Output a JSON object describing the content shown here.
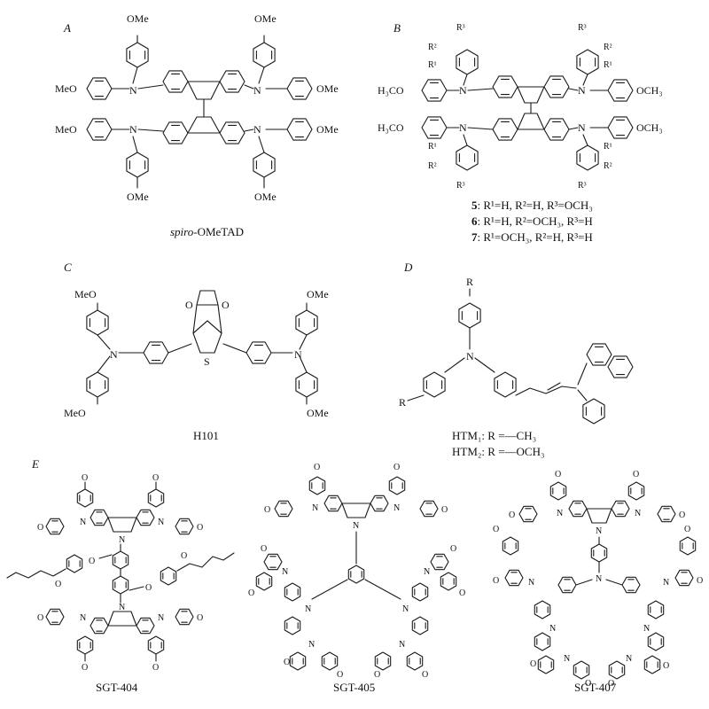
{
  "panels": {
    "A": {
      "letter": "A",
      "caption_italic": "spiro",
      "caption_rest": "-OMeTAD",
      "ome": "OMe",
      "meo": "MeO",
      "n": "N"
    },
    "B": {
      "letter": "B",
      "h3co": "H₃CO",
      "och3": "OCH₃",
      "r1": "R¹",
      "r2": "R²",
      "r3": "R³",
      "n": "N",
      "compounds": [
        {
          "num": "5",
          "text": ": R¹=H, R²=H, R³=OCH₃"
        },
        {
          "num": "6",
          "text": ": R¹=H, R²=OCH₃, R³=H"
        },
        {
          "num": "7",
          "text": ": R¹=OCH₃, R²=H, R³=H"
        }
      ]
    },
    "C": {
      "letter": "C",
      "caption": "H101",
      "ome": "OMe",
      "meo": "MeO",
      "o": "O",
      "s": "S",
      "n": "N"
    },
    "D": {
      "letter": "D",
      "r": "R",
      "n": "N",
      "htm1": "HTM₁: R =—CH₃",
      "htm2": "HTM₂: R =—OCH₃"
    },
    "E": {
      "letter": "E",
      "n": "N",
      "o": "O",
      "captions": [
        "SGT-404",
        "SGT-405",
        "SGT-407"
      ]
    }
  }
}
